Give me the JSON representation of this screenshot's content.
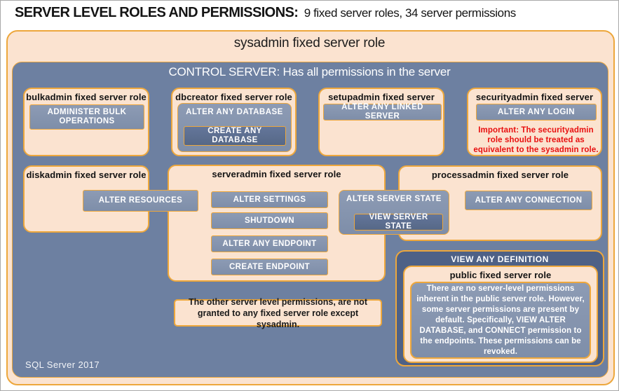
{
  "title": {
    "main": "SERVER LEVEL ROLES AND PERMISSIONS:",
    "subtitle": "9 fixed server roles, 34 server permissions"
  },
  "sysadmin_label": "sysadmin fixed server role",
  "control_server_label": "CONTROL SERVER: Has all permissions in the server",
  "bulkadmin": {
    "title": "bulkadmin fixed server role",
    "perm_administer_bulk_operations": "ADMINISTER BULK OPERATIONS"
  },
  "dbcreator": {
    "title": "dbcreator fixed server role",
    "perm_alter_any_database": "ALTER ANY DATABASE",
    "perm_create_any_database": "CREATE ANY DATABASE"
  },
  "setupadmin": {
    "title": "setupadmin fixed server role",
    "perm_alter_any_linked_server": "ALTER ANY LINKED SERVER"
  },
  "securityadmin": {
    "title": "securityadmin fixed server role",
    "perm_alter_any_login": "ALTER ANY LOGIN",
    "warning": "Important: The securityadmin role should be treated as equivalent to the sysadmin role."
  },
  "diskadmin": {
    "title": "diskadmin fixed server role",
    "perm_alter_resources": "ALTER RESOURCES"
  },
  "serveradmin": {
    "title": "serveradmin fixed server role",
    "perm_alter_settings": "ALTER SETTINGS",
    "perm_shutdown": "SHUTDOWN",
    "perm_alter_any_endpoint": "ALTER ANY ENDPOINT",
    "perm_create_endpoint": "CREATE ENDPOINT",
    "perm_alter_server_state": "ALTER SERVER STATE",
    "perm_view_server_state": "VIEW SERVER STATE"
  },
  "processadmin": {
    "title": "processadmin fixed server role",
    "perm_alter_any_connection": "ALTER ANY CONNECTION"
  },
  "public_role": {
    "perm_view_any_definition": "VIEW ANY DEFINITION",
    "title": "public fixed server role",
    "description": "There are no server-level permissions inherent in the public server role. However, some server permissions are present by default. Specifically, VIEW ALTER DATABASE, and CONNECT permission to the endpoints. These permissions can be revoked."
  },
  "note": "The other server level permissions, are not granted to any fixed server role except sysadmin.",
  "footer": "SQL Server 2017",
  "colors": {
    "peach": "#fbe3d0",
    "orange_border": "#eda73c",
    "blue_background": "#6d80a1",
    "button_fill": "#8392ad",
    "button_dark": "#5c6e8f",
    "container_dark": "#4e6186",
    "warning_red": "#e80f0f"
  }
}
